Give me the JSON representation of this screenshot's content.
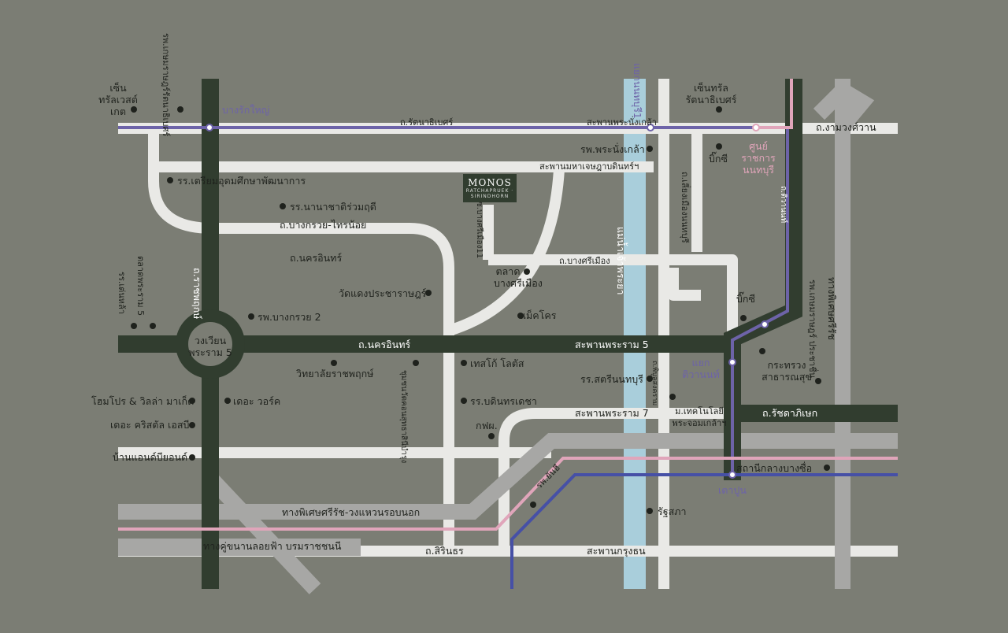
{
  "colors": {
    "background": "#7b7d74",
    "minor_road": "#e9e9e6",
    "major_road": "#313d2f",
    "expressway": "#a7a7a5",
    "river": "#a9cedb",
    "purple_line": "#6d63a8",
    "pink_line": "#e0a5ba",
    "blue_line": "#4650a6"
  },
  "logo": {
    "name": "MONOS",
    "sub": "RATCHAPRUEK · SIRINDHORN"
  },
  "roads": {
    "rattanathibet": "ถ.รัตนาธิเบศร์",
    "phra_nang_klao_bridge": "สะพานพระนั่งเกล้า",
    "ngam_wong_wan": "ถ.งามวงศ์วาน",
    "maha_chesadabodin_bridge": "สะพานมหาเจษฎาบดินทร์ฯ",
    "bang_kruai_sai_noi": "ถ.บางกรวย-ไทรน้อย",
    "nakhon_in_upper": "ถ.นครอินทร์",
    "bang_si_mueang": "ถ.บางศรีเมือง",
    "soi_bang_si_mueang_11": "ซ.บางศรีเมือง11",
    "nakhon_in_main": "ถ.นครอินทร์",
    "rama5_bridge": "สะพานพระราม 5",
    "rama7_bridge": "สะพานพระราม 7",
    "ratchadaphisek": "ถ.รัชดาภิเษก",
    "sri_rat_outer_ring": "ทางพิเศษศรีรัช-วงแหวนรอบนอก",
    "borommaratchachonnani": "ทางคู่ขนานลอยฟ้า บรมราชชนนี",
    "sirindhorn": "ถ.สิรินธร",
    "krungthon_bridge": "สะพานกรุงธน",
    "ratchaphruek": "ถ.ราชพฤกษ์",
    "tiwanon": "ถ.ติวานนท์",
    "liang_mueang_nonthaburi": "ถ.เลี่ยงเมืองนนทบุรี",
    "phibun_songkhram": "ถ.พิบูลสงคราม",
    "sri_rat_expressway": "ทางพิเศษศรีรัช",
    "chao_phraya": "แม่น้ำเจ้าพระยา",
    "yaek_nonthaburi_1": "แยกนนทบุรี1"
  },
  "stations": {
    "bang_rak_yai": "บางรักใหญ่",
    "nonthaburi_civic": "ศูนย์ราชการนนทบุรี",
    "yaek_tiwanon": "แยกติวานนท์",
    "tao_poon": "เตาปูน"
  },
  "pois": {
    "central_westgate": "เซ็นทรัลเวสต์เกต",
    "kasemrad": "รพ.เกษมราษฎร์รัตนาธิเบศร์",
    "central_rattanathibet": "เซ็นทรัลรัตนาธิเบศร์",
    "phra_nang_klao_hospital": "รพ.พระนั่งเกล้า",
    "big_c_1": "บิ๊กซี",
    "triam_udom": "รร.เตรียมอุดมศึกษาพัฒนาการ",
    "international_school": "รร.นานาชาติร่วมฤดี",
    "bang_si_mueang_market": "ตลาดบางศรีเมือง",
    "wat_daeng": "วัดแดงประชาราษฎร์",
    "makro": "แม็คโคร",
    "big_c_2": "บิ๊กซี",
    "bang_kruai_2_hospital": "รพ.บางกรวย 2",
    "ratchaphruek_college": "วิทยาลัยราชพฤกษ์",
    "tesco_lotus": "เทสโก้ โลตัส",
    "chumchon_school": "ชุมชนวัดคอนสุทธาสินีบำรุง",
    "satri_nonthaburi": "รร.สตรีนนทบุรี",
    "ministry_public_health": "กระทรวงสาธารณสุข",
    "ratchaburi_sanatorium": "รพ.เกษมราษฎร์ ประชาชื่น",
    "homepro": "โฮมโปร & วิลล่า มาเก็ต",
    "the_crystal": "เดอะ คริสตัล เอสบี",
    "the_walk": "เดอะ วอร์ค",
    "baan_beyond": "บ้านแอนด์บียอนด์",
    "bodindecha": "รร.บดินทรเดชา",
    "kfp": "กฟผ.",
    "kmutnb": "ม.เทคโนโลยีพระจอมเกล้าฯ",
    "bang_sue_central": "สถานีกลางบางซื่อ",
    "yanhee_hospital": "รพ.ยันฮี",
    "parliament": "รัฐสภา",
    "rr_ten_kla": "รร.เต่นหล้า",
    "rama5_market": "ตลาดพระราม 5",
    "rama5_circle": "วงเวียนพระราม 5"
  }
}
